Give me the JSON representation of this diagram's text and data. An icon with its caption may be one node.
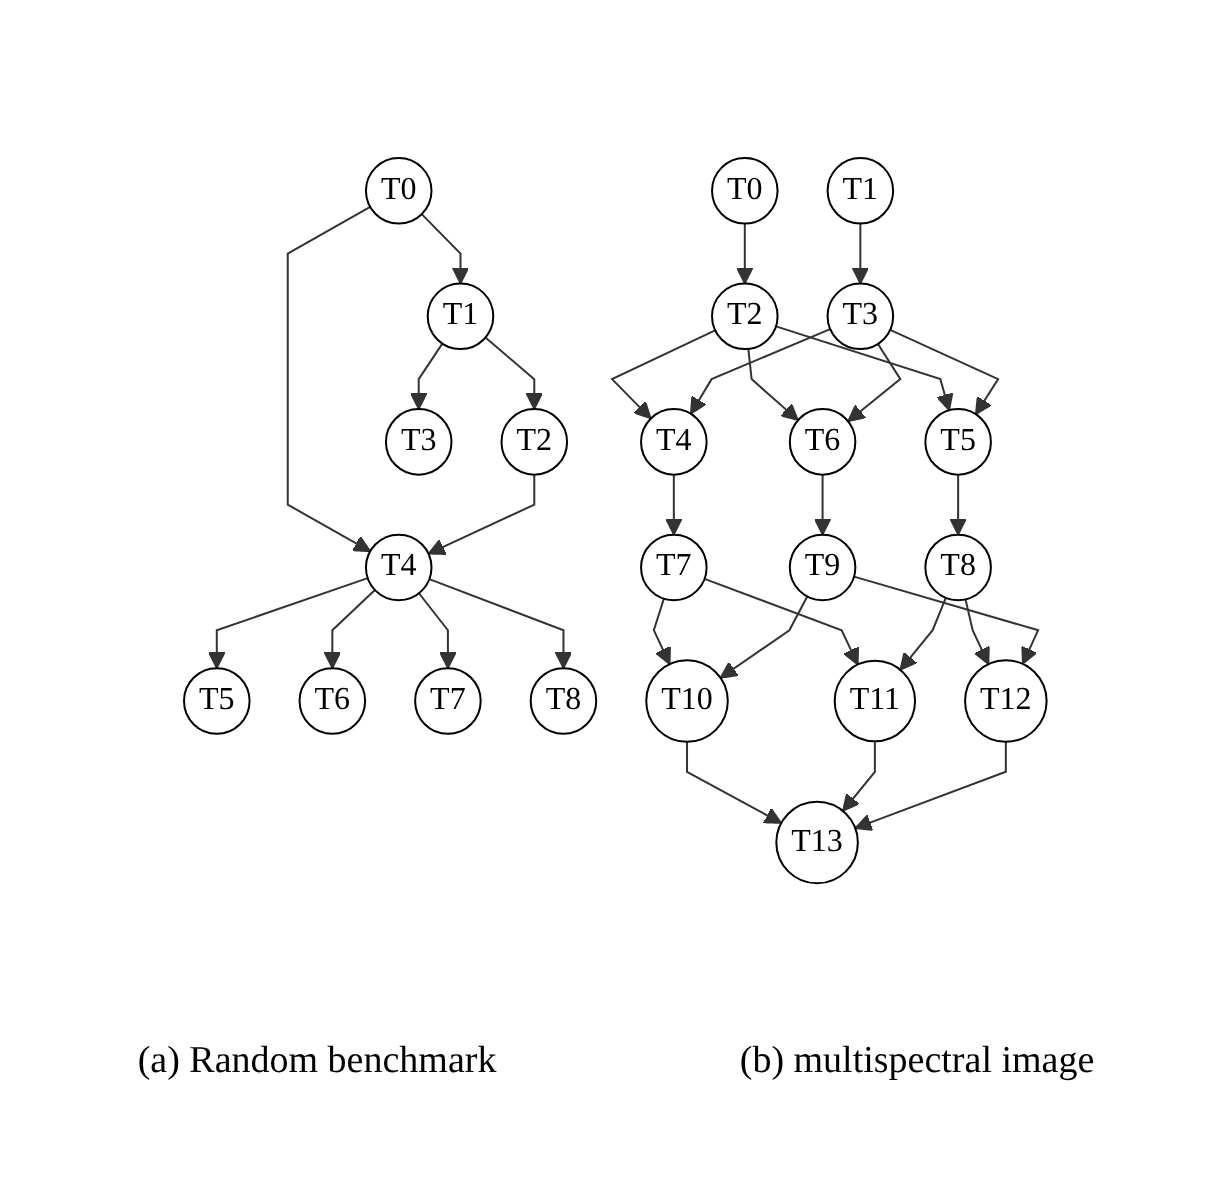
{
  "diagram": {
    "nodes": [
      {
        "text": [
          "T0"
        ]
      },
      {
        "text": [
          "T1"
        ]
      },
      {
        "text": [
          "T2"
        ]
      },
      {
        "text": [
          "T3"
        ]
      },
      {
        "text": [
          "T4"
        ]
      },
      {
        "text": [
          "T5"
        ]
      },
      {
        "text": [
          "T6"
        ]
      },
      {
        "text": [
          "T7"
        ]
      },
      {
        "text": [
          "T8"
        ]
      },
      {
        "text": [
          "T0"
        ]
      },
      {
        "text": [
          "T1"
        ]
      },
      {
        "text": [
          "T2"
        ]
      },
      {
        "text": [
          "T3"
        ]
      },
      {
        "text": [
          "T4"
        ]
      },
      {
        "text": [
          "T5"
        ]
      },
      {
        "text": [
          "T6"
        ]
      },
      {
        "text": [
          "T7"
        ]
      },
      {
        "text": [
          "T8"
        ]
      },
      {
        "text": [
          "T9"
        ]
      },
      {
        "text": [
          "T10"
        ]
      },
      {
        "text": [
          "T11"
        ]
      },
      {
        "text": [
          "T12"
        ]
      },
      {
        "text": [
          "T13"
        ]
      }
    ],
    "edges": [
      {
        "from": 0,
        "to": 1,
        "arrow": "to"
      },
      {
        "from": 0,
        "to": 4,
        "arrow": "to"
      },
      {
        "from": 1,
        "to": 2,
        "arrow": "to"
      },
      {
        "from": 1,
        "to": 3,
        "arrow": "to"
      },
      {
        "from": 2,
        "to": 4,
        "arrow": "to"
      },
      {
        "from": 4,
        "to": 5,
        "arrow": "to"
      },
      {
        "from": 4,
        "to": 6,
        "arrow": "to"
      },
      {
        "from": 4,
        "to": 7,
        "arrow": "to"
      },
      {
        "from": 4,
        "to": 8,
        "arrow": "to"
      },
      {
        "from": 9,
        "to": 11,
        "arrow": "to"
      },
      {
        "from": 10,
        "to": 12,
        "arrow": "to"
      },
      {
        "from": 11,
        "to": 13,
        "arrow": "to"
      },
      {
        "from": 11,
        "to": 14,
        "arrow": "to"
      },
      {
        "from": 11,
        "to": 15,
        "arrow": "to"
      },
      {
        "from": 12,
        "to": 13,
        "arrow": "to"
      },
      {
        "from": 12,
        "to": 14,
        "arrow": "to"
      },
      {
        "from": 12,
        "to": 15,
        "arrow": "to"
      },
      {
        "from": 13,
        "to": 16,
        "arrow": "to"
      },
      {
        "from": 14,
        "to": 17,
        "arrow": "to"
      },
      {
        "from": 15,
        "to": 18,
        "arrow": "to"
      },
      {
        "from": 16,
        "to": 19,
        "arrow": "to"
      },
      {
        "from": 16,
        "to": 20,
        "arrow": "to"
      },
      {
        "from": 17,
        "to": 20,
        "arrow": "to"
      },
      {
        "from": 17,
        "to": 21,
        "arrow": "to"
      },
      {
        "from": 18,
        "to": 19,
        "arrow": "to"
      },
      {
        "from": 18,
        "to": 21,
        "arrow": "to"
      },
      {
        "from": 19,
        "to": 22,
        "arrow": "to"
      },
      {
        "from": 20,
        "to": 22,
        "arrow": "to"
      },
      {
        "from": 21,
        "to": 22,
        "arrow": "to"
      }
    ],
    "labels": [
      "(a) Random benchmark",
      "(b) multispectral image"
    ]
  }
}
